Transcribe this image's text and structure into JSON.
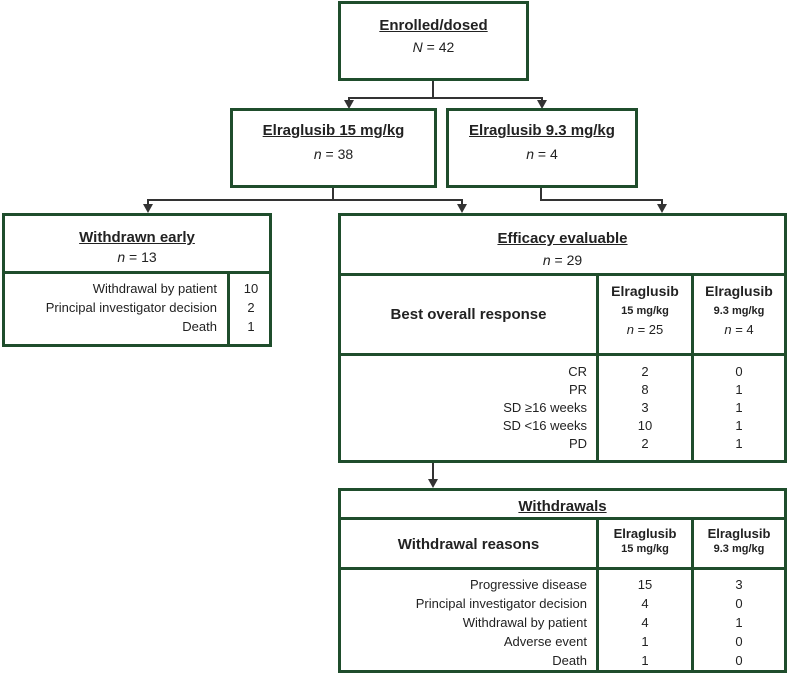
{
  "enrolled": {
    "title": "Enrolled/dosed",
    "n_label": "N",
    "n": "42"
  },
  "arm15": {
    "title": "Elraglusib 15 mg/kg",
    "n_label": "n",
    "n": "38"
  },
  "arm93": {
    "title": "Elraglusib 9.3 mg/kg",
    "n_label": "n",
    "n": "4"
  },
  "withdrawn_early": {
    "title": "Withdrawn early",
    "n_label": "n",
    "n": "13",
    "rows": [
      {
        "reason": "Withdrawal by patient",
        "count": "10"
      },
      {
        "reason": "Principal investigator decision",
        "count": "2"
      },
      {
        "reason": "Death",
        "count": "1"
      }
    ]
  },
  "efficacy": {
    "title": "Efficacy evaluable",
    "n_label": "n",
    "n": "29",
    "row_header": "Best overall response",
    "col1": {
      "drug": "Elraglusib",
      "dose": "15 mg/kg",
      "n_label": "n",
      "n": "25"
    },
    "col2": {
      "drug": "Elraglusib",
      "dose": "9.3 mg/kg",
      "n_label": "n",
      "n": "4"
    },
    "rows": [
      {
        "label": "CR",
        "v1": "2",
        "v2": "0"
      },
      {
        "label": "PR",
        "v1": "8",
        "v2": "1"
      },
      {
        "label": "SD ≥16 weeks",
        "v1": "3",
        "v2": "1"
      },
      {
        "label": "SD <16 weeks",
        "v1": "10",
        "v2": "1"
      },
      {
        "label": "PD",
        "v1": "2",
        "v2": "1"
      }
    ]
  },
  "withdrawals": {
    "title": "Withdrawals",
    "row_header": "Withdrawal reasons",
    "col1": {
      "drug": "Elraglusib",
      "dose": "15 mg/kg"
    },
    "col2": {
      "drug": "Elraglusib",
      "dose": "9.3 mg/kg"
    },
    "rows": [
      {
        "label": "Progressive disease",
        "v1": "15",
        "v2": "3"
      },
      {
        "label": "Principal investigator decision",
        "v1": "4",
        "v2": "0"
      },
      {
        "label": "Withdrawal by patient",
        "v1": "4",
        "v2": "1"
      },
      {
        "label": "Adverse event",
        "v1": "1",
        "v2": "0"
      },
      {
        "label": "Death",
        "v1": "1",
        "v2": "0"
      }
    ]
  },
  "colors": {
    "border": "#1f4d2c",
    "connector": "#333333"
  }
}
